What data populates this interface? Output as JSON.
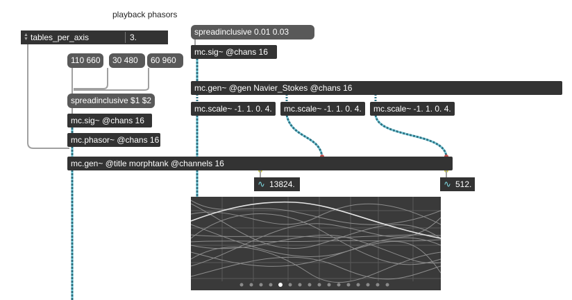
{
  "comment": "playback phasors",
  "attrui": {
    "name": "tables_per_axis",
    "value": "3."
  },
  "messages": {
    "m1": "110 660",
    "m2": "30 480",
    "m3": "60 960",
    "m4": "spreadinclusive $1 $2",
    "m5": "spreadinclusive 0.01 0.03"
  },
  "objects": {
    "sig_left": "mc.sig~ @chans 16",
    "phasor": "mc.phasor~ @chans 16",
    "sig_top": "mc.sig~ @chans 16",
    "gen_ns": "mc.gen~ @gen Navier_Stokes @chans 16",
    "scale1": "mc.scale~ -1. 1. 0. 4.",
    "scale2": "mc.scale~ -1. 1. 0. 4.",
    "scale3": "mc.scale~ -1. 1. 0. 4.",
    "gen_morph": "mc.gen~ @title morphtank @channels 16"
  },
  "numbers": {
    "n1": "13824.",
    "n2": "512."
  },
  "scope": {
    "page_count": 16,
    "active_page": 5
  },
  "colors": {
    "object_bg": "#333333",
    "message_bg": "#595959",
    "signal_patchcord": "#3a8fa0",
    "control_patchcord": "#a0a0a0",
    "scope_bg": "#3a3a3a",
    "inlet_mc": "#c8c840",
    "outlet_red": "#c0504d"
  }
}
